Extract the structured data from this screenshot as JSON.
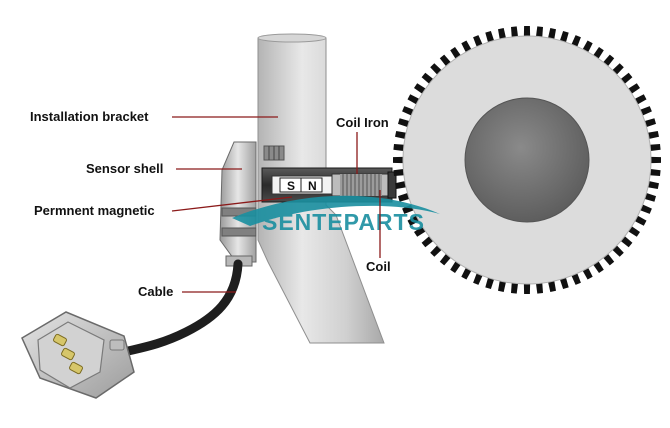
{
  "labels": {
    "installation_bracket": "Installation bracket",
    "sensor_shell": "Sensor shell",
    "permanent_magnetic": "Permnent magnetic",
    "cable": "Cable",
    "coil_iron": "Coil Iron",
    "coil": "Coil"
  },
  "magnet_poles": {
    "south": "S",
    "north": "N"
  },
  "watermark": {
    "text": "SENTEPARTS",
    "color": "#1a8fa0"
  },
  "colors": {
    "leader_line": "#8b1a1a",
    "bracket": "#c9c9c9",
    "gear_teeth": "#111111",
    "gear_rim": "#d9d9d9",
    "gear_hub": "#6e6e6e",
    "cable": "#222222"
  },
  "gear": {
    "teeth": 64
  }
}
